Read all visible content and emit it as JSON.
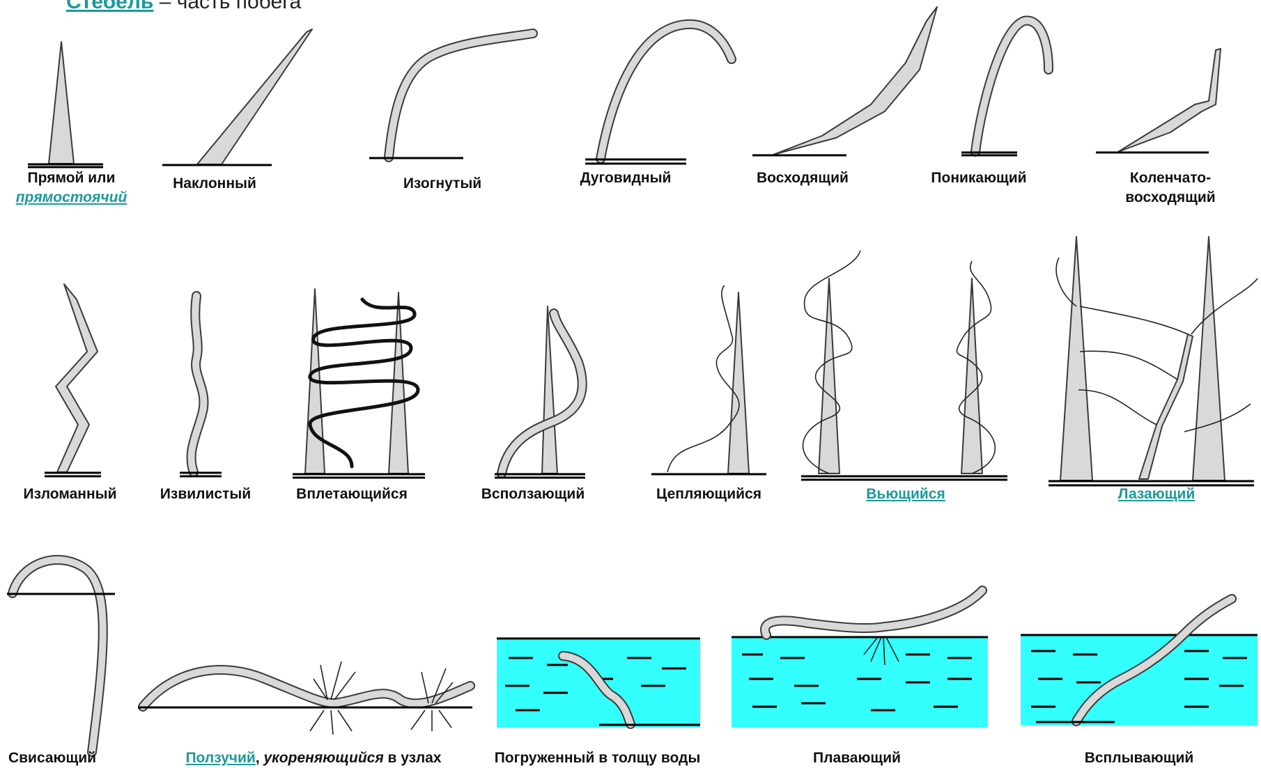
{
  "header": {
    "link": "Стебель",
    "text": " – часть побега"
  },
  "row1": {
    "erect_line1": "Прямой или",
    "erect_line2": "прямостоячий",
    "inclined": "Наклонный",
    "curved": "Изогнутый",
    "arched": "Дуговидный",
    "ascending": "Восходящий",
    "drooping": "Поникающий",
    "geniculate_line1": "Коленчато-",
    "geniculate_line2": "восходящий"
  },
  "row2": {
    "broken": "Изломанный",
    "sinuous": "Извилистый",
    "interweaving": "Вплетающийся",
    "creeping_up": "Всползающий",
    "clinging": "Цепляющийся",
    "twining": "Вьющийся",
    "climbing": "Лазающий"
  },
  "row3": {
    "hanging": "Свисающий",
    "creeping": "Ползучий",
    "creeping_rest_comma": ", ",
    "creeping_rooting": "укореняющийся",
    "creeping_rest": " в узлах",
    "submerged": "Погруженный в толщу воды",
    "floating": "Плавающий",
    "emerging": "Всплывающий"
  },
  "colors": {
    "stem_fill": "#d9d9d9",
    "stem_stroke": "#3a3a3a",
    "water": "#33ffff",
    "link": "#1a9a9a",
    "ground": "#000000"
  }
}
